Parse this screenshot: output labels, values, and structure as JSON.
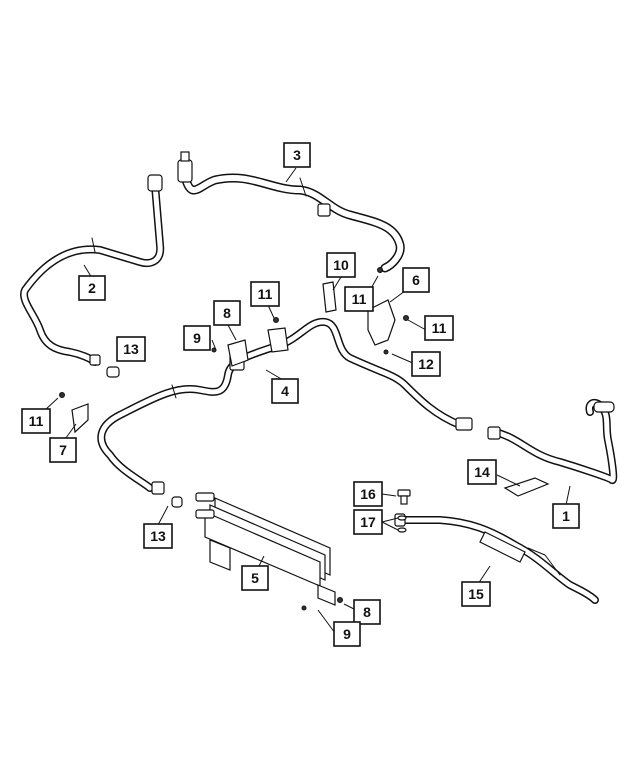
{
  "diagram": {
    "callouts": [
      {
        "id": "c3",
        "label": "3"
      },
      {
        "id": "c2",
        "label": "2"
      },
      {
        "id": "c10",
        "label": "10"
      },
      {
        "id": "c6",
        "label": "6"
      },
      {
        "id": "c11a",
        "label": "11"
      },
      {
        "id": "c11b",
        "label": "11"
      },
      {
        "id": "c8a",
        "label": "8"
      },
      {
        "id": "c9a",
        "label": "9"
      },
      {
        "id": "c11c",
        "label": "11"
      },
      {
        "id": "c13a",
        "label": "13"
      },
      {
        "id": "c12",
        "label": "12"
      },
      {
        "id": "c4",
        "label": "4"
      },
      {
        "id": "c11d",
        "label": "11"
      },
      {
        "id": "c7",
        "label": "7"
      },
      {
        "id": "c14",
        "label": "14"
      },
      {
        "id": "c16",
        "label": "16"
      },
      {
        "id": "c1",
        "label": "1"
      },
      {
        "id": "c17",
        "label": "17"
      },
      {
        "id": "c13b",
        "label": "13"
      },
      {
        "id": "c5",
        "label": "5"
      },
      {
        "id": "c15",
        "label": "15"
      },
      {
        "id": "c8b",
        "label": "8"
      },
      {
        "id": "c9b",
        "label": "9"
      }
    ]
  }
}
